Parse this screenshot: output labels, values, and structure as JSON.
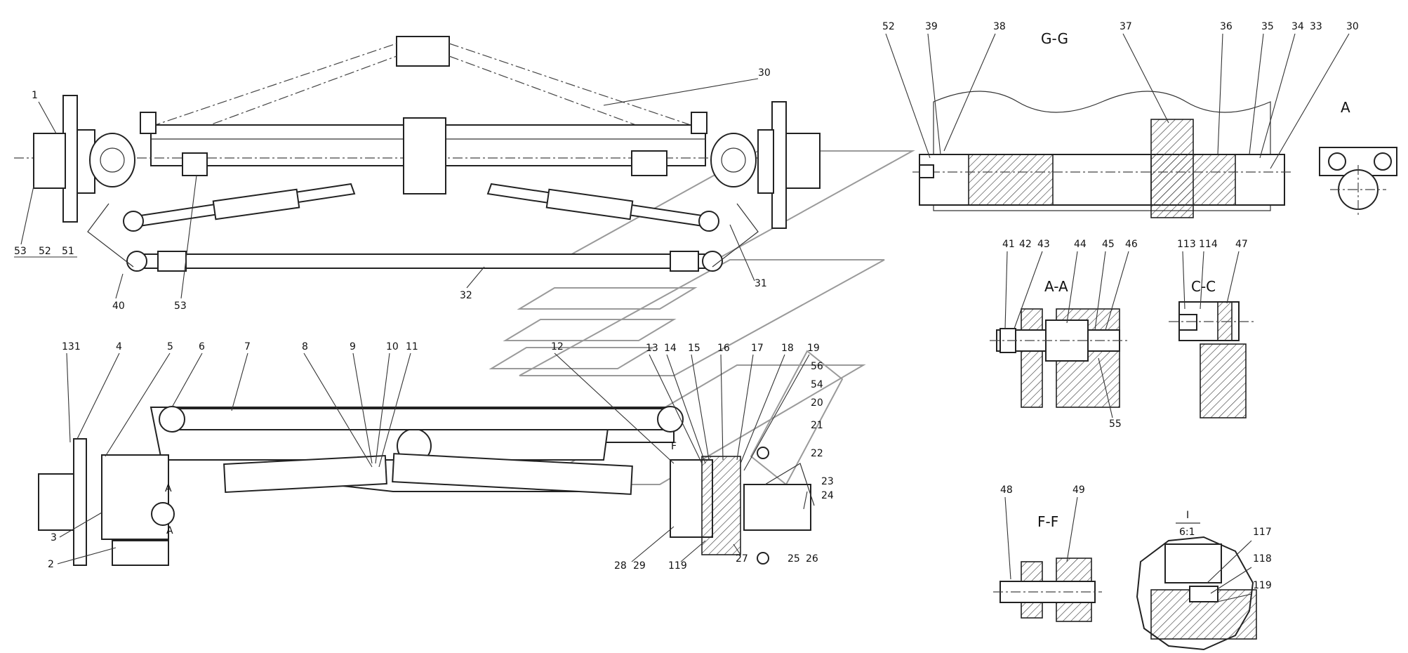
{
  "section_titles": {
    "gg": "G-G",
    "a": "A",
    "aa": "A-A",
    "cc": "C-C",
    "ff": "F-F",
    "detail_num": "I",
    "detail_den": "6:1",
    "view_a1": "A",
    "view_a2": "A",
    "view_f": "F"
  },
  "callouts": {
    "c1": "1",
    "c53a": "53",
    "c52a": "52",
    "c51": "51",
    "c40": "40",
    "c53b": "53",
    "c32": "32",
    "c31": "31",
    "c30": "30",
    "c131": "131",
    "c4": "4",
    "c5": "5",
    "c6": "6",
    "c7": "7",
    "c8": "8",
    "c9": "9",
    "c10": "10",
    "c11": "11",
    "c3": "3",
    "c2": "2",
    "c12": "12",
    "c13": "13",
    "c14": "14",
    "c15": "15",
    "c16": "16",
    "c17": "17",
    "c18": "18",
    "c19": "19",
    "c56": "56",
    "c54": "54",
    "c20": "20",
    "c21": "21",
    "c22": "22",
    "c23": "23",
    "c24": "24",
    "c25": "25",
    "c26": "26",
    "c28": "28",
    "c29": "29",
    "c119a": "119",
    "c27": "27",
    "c52b": "52",
    "c39": "39",
    "c38": "38",
    "c37": "37",
    "c36": "36",
    "c35": "35",
    "c34": "34",
    "c33": "33",
    "c30b": "30",
    "c41": "41",
    "c42": "42",
    "c43": "43",
    "c44": "44",
    "c45": "45",
    "c46": "46",
    "c55": "55",
    "c113": "113",
    "c114": "114",
    "c47": "47",
    "c48": "48",
    "c49": "49",
    "c117": "117",
    "c118": "118",
    "c119b": "119"
  }
}
